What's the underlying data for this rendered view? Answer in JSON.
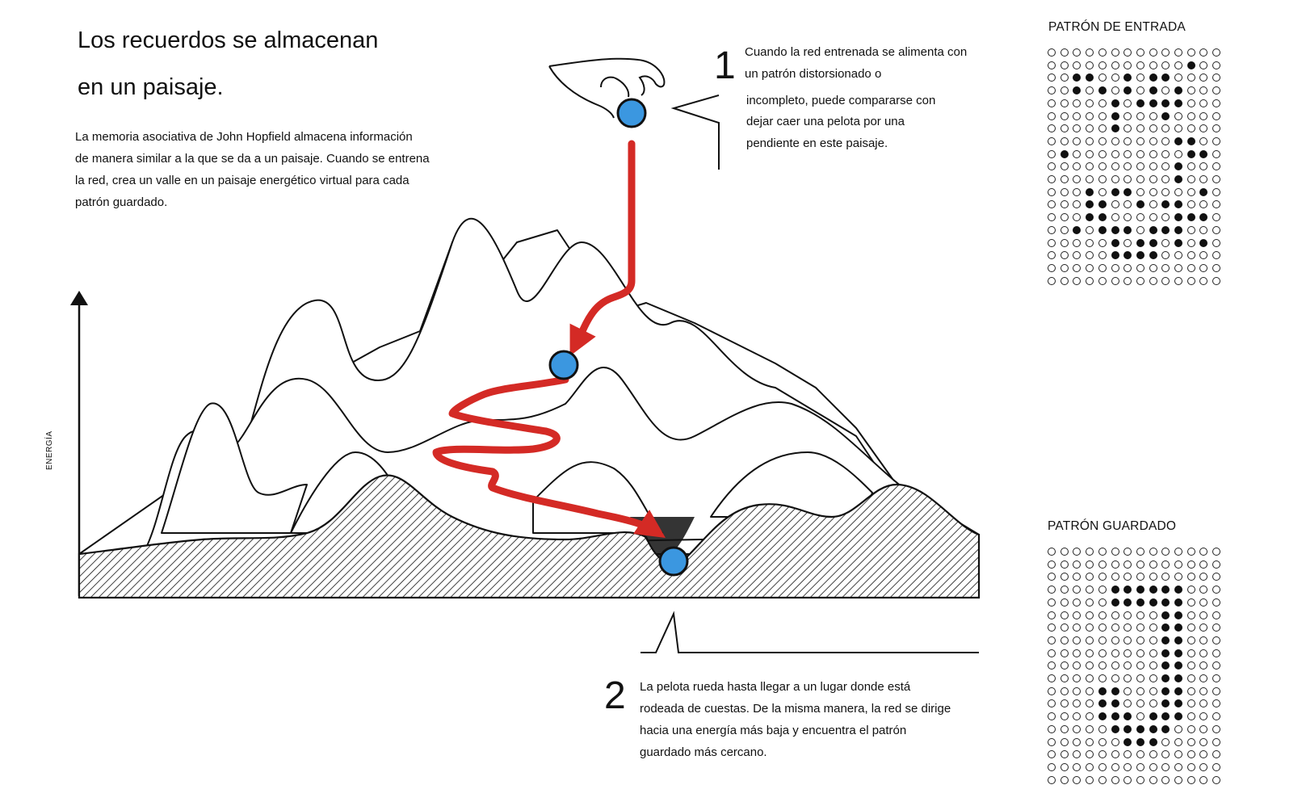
{
  "title": {
    "line1": "Los recuerdos se almacenan",
    "line2": "en un paisaje."
  },
  "intro": {
    "lines": [
      "La memoria asociativa de John Hopfield almacena información",
      "de manera similar a la que se da a un paisaje. Cuando se entrena",
      "la red, crea un valle en un paisaje energético virtual para cada",
      "patrón guardado."
    ]
  },
  "step1": {
    "number": "1",
    "lines": [
      "Cuando la red entrenada se alimenta con",
      "un patrón distorsionado o",
      "incompleto, puede compararse con",
      "dejar caer una pelota por una",
      "pendiente en este paisaje."
    ]
  },
  "step2": {
    "number": "2",
    "lines": [
      "La pelota rueda hasta llegar a un lugar donde está",
      "rodeada de cuestas. De la misma manera, la red se dirige",
      "hacia una energía más baja y encuentra el patrón",
      "guardado más cercano."
    ]
  },
  "axis": {
    "label": "ENERGÍA"
  },
  "input_pattern": {
    "title": "PATRÓN DE ENTRADA",
    "rows": [
      "00000000000000",
      "00000000000100",
      "00110010110000",
      "00101010101000",
      "00000101111000",
      "00000100010000",
      "00000100000000",
      "00000000001100",
      "01000000000110",
      "00000000001000",
      "00000000001000",
      "00010110000010",
      "00011001011000",
      "00011000001110",
      "00101110111000",
      "00000101101010",
      "00000111100000",
      "00000000000000",
      "00000000000000"
    ]
  },
  "stored_pattern": {
    "title": "PATRÓN GUARDADO",
    "rows": [
      "00000000000000",
      "00000000000000",
      "00000000000000",
      "00000111111000",
      "00000111111000",
      "00000000011000",
      "00000000011000",
      "00000000011000",
      "00000000011000",
      "00000000011000",
      "00000000011000",
      "00001100011000",
      "00001100011000",
      "00001110111000",
      "00000111110000",
      "00000011100000",
      "00000000000000",
      "00000000000000",
      "00000000000000"
    ]
  },
  "colors": {
    "ball": "#3b97e0",
    "path": "#d42a25",
    "ink": "#111111"
  }
}
